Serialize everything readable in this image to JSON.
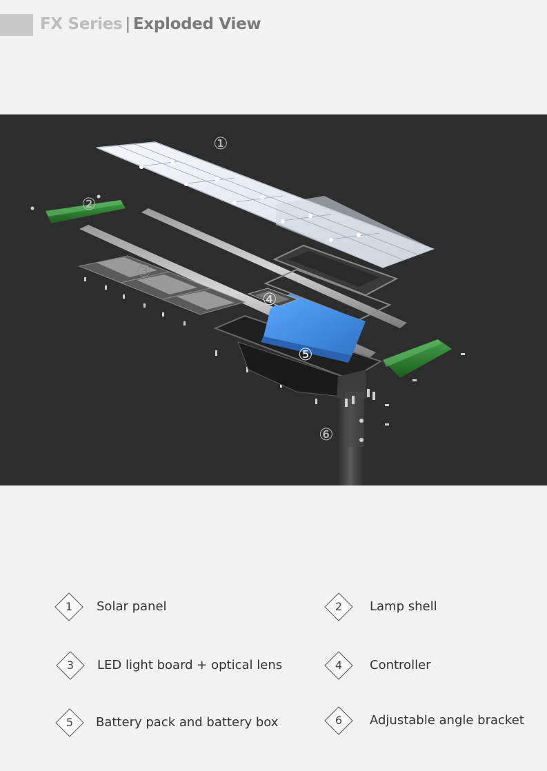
{
  "header": {
    "series": "FX Series",
    "separator": "|",
    "view": "Exploded View"
  },
  "diagram": {
    "callouts": [
      "①",
      "②",
      "③",
      "④",
      "⑤",
      "⑥"
    ]
  },
  "legend": [
    {
      "num": "1",
      "label": "Solar panel"
    },
    {
      "num": "2",
      "label": "Lamp shell"
    },
    {
      "num": "3",
      "label": "LED light board + optical lens"
    },
    {
      "num": "4",
      "label": "Controller"
    },
    {
      "num": "5",
      "label": "Battery pack and battery box"
    },
    {
      "num": "6",
      "label": "Adjustable angle bracket"
    }
  ],
  "colors": {
    "panel": "#eef1f6",
    "shell_green": "#2e7d32",
    "battery_blue": "#3d8fe6",
    "background": "#2d2d2d"
  }
}
